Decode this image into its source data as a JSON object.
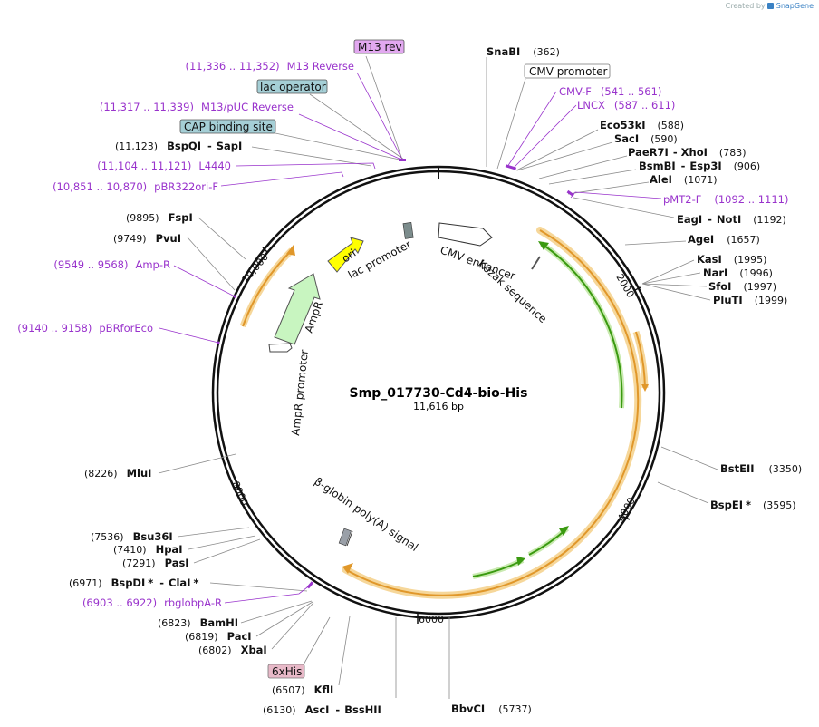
{
  "watermark": {
    "created_by": "Created by",
    "brand": "SnapGene"
  },
  "plasmid": {
    "name": "Smp_017730-Cd4-bio-His",
    "length": "11,616 bp"
  },
  "ticks": [
    "2000",
    "4000",
    "6000",
    "8000",
    "10,000"
  ],
  "features": {
    "cmv_enhancer": "CMV enhancer",
    "kozak": "Kozak sequence",
    "ori": "ori",
    "lac_promoter": "lac promoter",
    "ampr": "AmpR",
    "ampr_promoter": "AmpR promoter",
    "bglobin": "β-globin poly(A) signal"
  },
  "boxed_labels": {
    "m13rev": "M13 rev",
    "lac_operator": "lac operator",
    "cap": "CAP binding site",
    "cmv_promoter": "CMV promoter",
    "his": "6xHis"
  },
  "primers": {
    "m13reverse": {
      "range": "(11,336 .. 11,352)",
      "name": "M13 Reverse"
    },
    "m13puc": {
      "range": "(11,317 .. 11,339)",
      "name": "M13/pUC Reverse"
    },
    "l4440": {
      "range": "(11,104 .. 11,121)",
      "name": "L4440"
    },
    "pbr322": {
      "range": "(10,851 .. 10,870)",
      "name": "pBR322ori-F"
    },
    "ampr_p": {
      "range": "(9549 .. 9568)",
      "name": "Amp-R"
    },
    "pbrfor": {
      "range": "(9140 .. 9158)",
      "name": "pBRforEco"
    },
    "rbglob": {
      "range": "(6903 .. 6922)",
      "name": "rbglobpA-R"
    },
    "cmvf": {
      "name": "CMV-F",
      "range": "(541 .. 561)"
    },
    "lncx": {
      "name": "LNCX",
      "range": "(587 .. 611)"
    },
    "pmt2": {
      "name": "pMT2-F",
      "range": "(1092 .. 1111)"
    }
  },
  "enzymes": {
    "snabi": {
      "name": "SnaBI",
      "pos": "(362)"
    },
    "eco53ki": {
      "name": "Eco53kI",
      "pos": "(588)"
    },
    "saci": {
      "name": "SacI",
      "pos": "(590)"
    },
    "paer7i": {
      "name": "PaeR7I",
      "sep": "-",
      "name2": "XhoI",
      "pos": "(783)"
    },
    "bsmbi": {
      "name": "BsmBI",
      "sep": "-",
      "name2": "Esp3I",
      "pos": "(906)"
    },
    "alei": {
      "name": "AleI",
      "pos": "(1071)"
    },
    "eagi": {
      "name": "EagI",
      "sep": "-",
      "name2": "NotI",
      "pos": "(1192)"
    },
    "agei": {
      "name": "AgeI",
      "pos": "(1657)"
    },
    "kasi": {
      "name": "KasI",
      "pos": "(1995)"
    },
    "nari": {
      "name": "NarI",
      "pos": "(1996)"
    },
    "sfoi": {
      "name": "SfoI",
      "pos": "(1997)"
    },
    "pluti": {
      "name": "PluTI",
      "pos": "(1999)"
    },
    "bsteii": {
      "name": "BstEII",
      "pos": "(3350)"
    },
    "bspei": {
      "name": "BspEI",
      "star": "*",
      "pos": "(3595)"
    },
    "bbvci": {
      "name": "BbvCI",
      "pos": "(5737)"
    },
    "asci": {
      "pos": "(6130)",
      "name": "AscI",
      "sep": "-",
      "name2": "BssHII"
    },
    "kfli": {
      "pos": "(6507)",
      "name": "KflI"
    },
    "xbai": {
      "pos": "(6802)",
      "name": "XbaI"
    },
    "paci": {
      "pos": "(6819)",
      "name": "PacI"
    },
    "bamhi": {
      "pos": "(6823)",
      "name": "BamHI"
    },
    "bspdi": {
      "pos": "(6971)",
      "name": "BspDI",
      "star": "*",
      "sep": "-",
      "name2": "ClaI",
      "star2": "*"
    },
    "pasi": {
      "pos": "(7291)",
      "name": "PasI"
    },
    "hpai": {
      "pos": "(7410)",
      "name": "HpaI"
    },
    "bsu36i": {
      "pos": "(7536)",
      "name": "Bsu36I"
    },
    "mlui": {
      "pos": "(8226)",
      "name": "MluI"
    },
    "pvui": {
      "pos": "(9749)",
      "name": "PvuI"
    },
    "fspi": {
      "pos": "(9895)",
      "name": "FspI"
    },
    "bspqi": {
      "pos": "(11,123)",
      "name": "BspQI",
      "sep": "-",
      "name2": "SapI"
    }
  },
  "colors": {
    "backbone": "#111111",
    "orf_orange": "#f0a030",
    "orf_halo": "#f6d79a",
    "green": "#3a9a10",
    "ori_yellow": "#ffff00",
    "ampr_green": "#c8f5c0",
    "primer_purple": "#9933cc",
    "feature_box_blue": "#a5cfd6",
    "feature_box_purple": "#e2a8f0",
    "feature_box_pink": "#e8b9c8"
  }
}
